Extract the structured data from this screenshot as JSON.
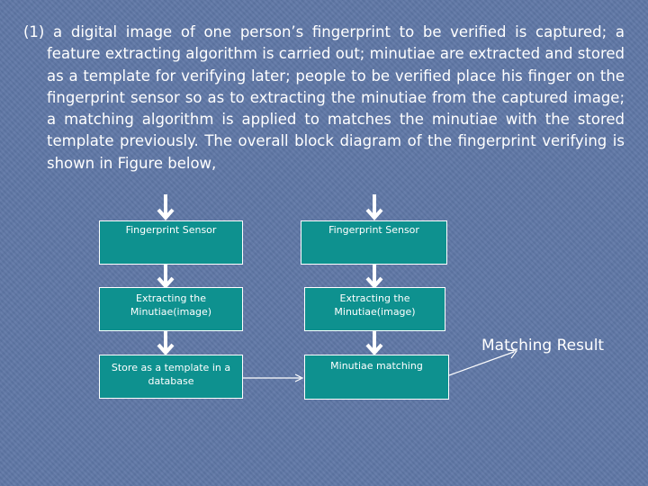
{
  "slide": {
    "paragraph": "(1) a digital image of one person’s fingerprint to be verified is captured; a feature extracting algorithm is carried out; minutiae are extracted and stored as a template for verifying later; people to be verified place his finger on the fingerprint sensor so as to extracting the minutiae from the captured image; a matching algorithm is applied to matches the minutiae with the stored template previously. The overall block diagram of the fingerprint verifying is shown in Figure below,"
  },
  "diagram": {
    "left_column": {
      "sensor": "Fingerprint Sensor",
      "extract": "Extracting the Minutiae(image)",
      "store": "Store as a template in a database"
    },
    "right_column": {
      "sensor": "Fingerprint Sensor",
      "extract": "Extracting the Minutiae(image)",
      "match": "Minutiae matching"
    },
    "result_label": "Matching Result",
    "colors": {
      "box_fill": "#0e918f",
      "box_border": "#ffffff",
      "arrow": "#ffffff",
      "background": "#5f77a6"
    }
  }
}
